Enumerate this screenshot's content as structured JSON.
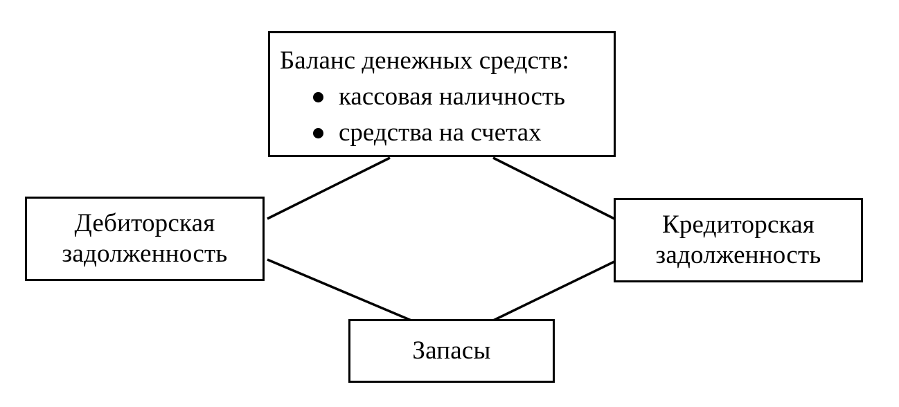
{
  "diagram": {
    "cash_balance": {
      "title": "Баланс денежных средств:",
      "items": [
        "кассовая наличность",
        "средства на счетах"
      ]
    },
    "receivables": {
      "lines": [
        "Дебиторская",
        "задолженность"
      ]
    },
    "payables": {
      "lines": [
        "Кредиторская",
        "задолженность"
      ]
    },
    "inventory": {
      "label": "Запасы"
    },
    "colors": {
      "stroke": "#000000",
      "background": "#ffffff"
    }
  }
}
